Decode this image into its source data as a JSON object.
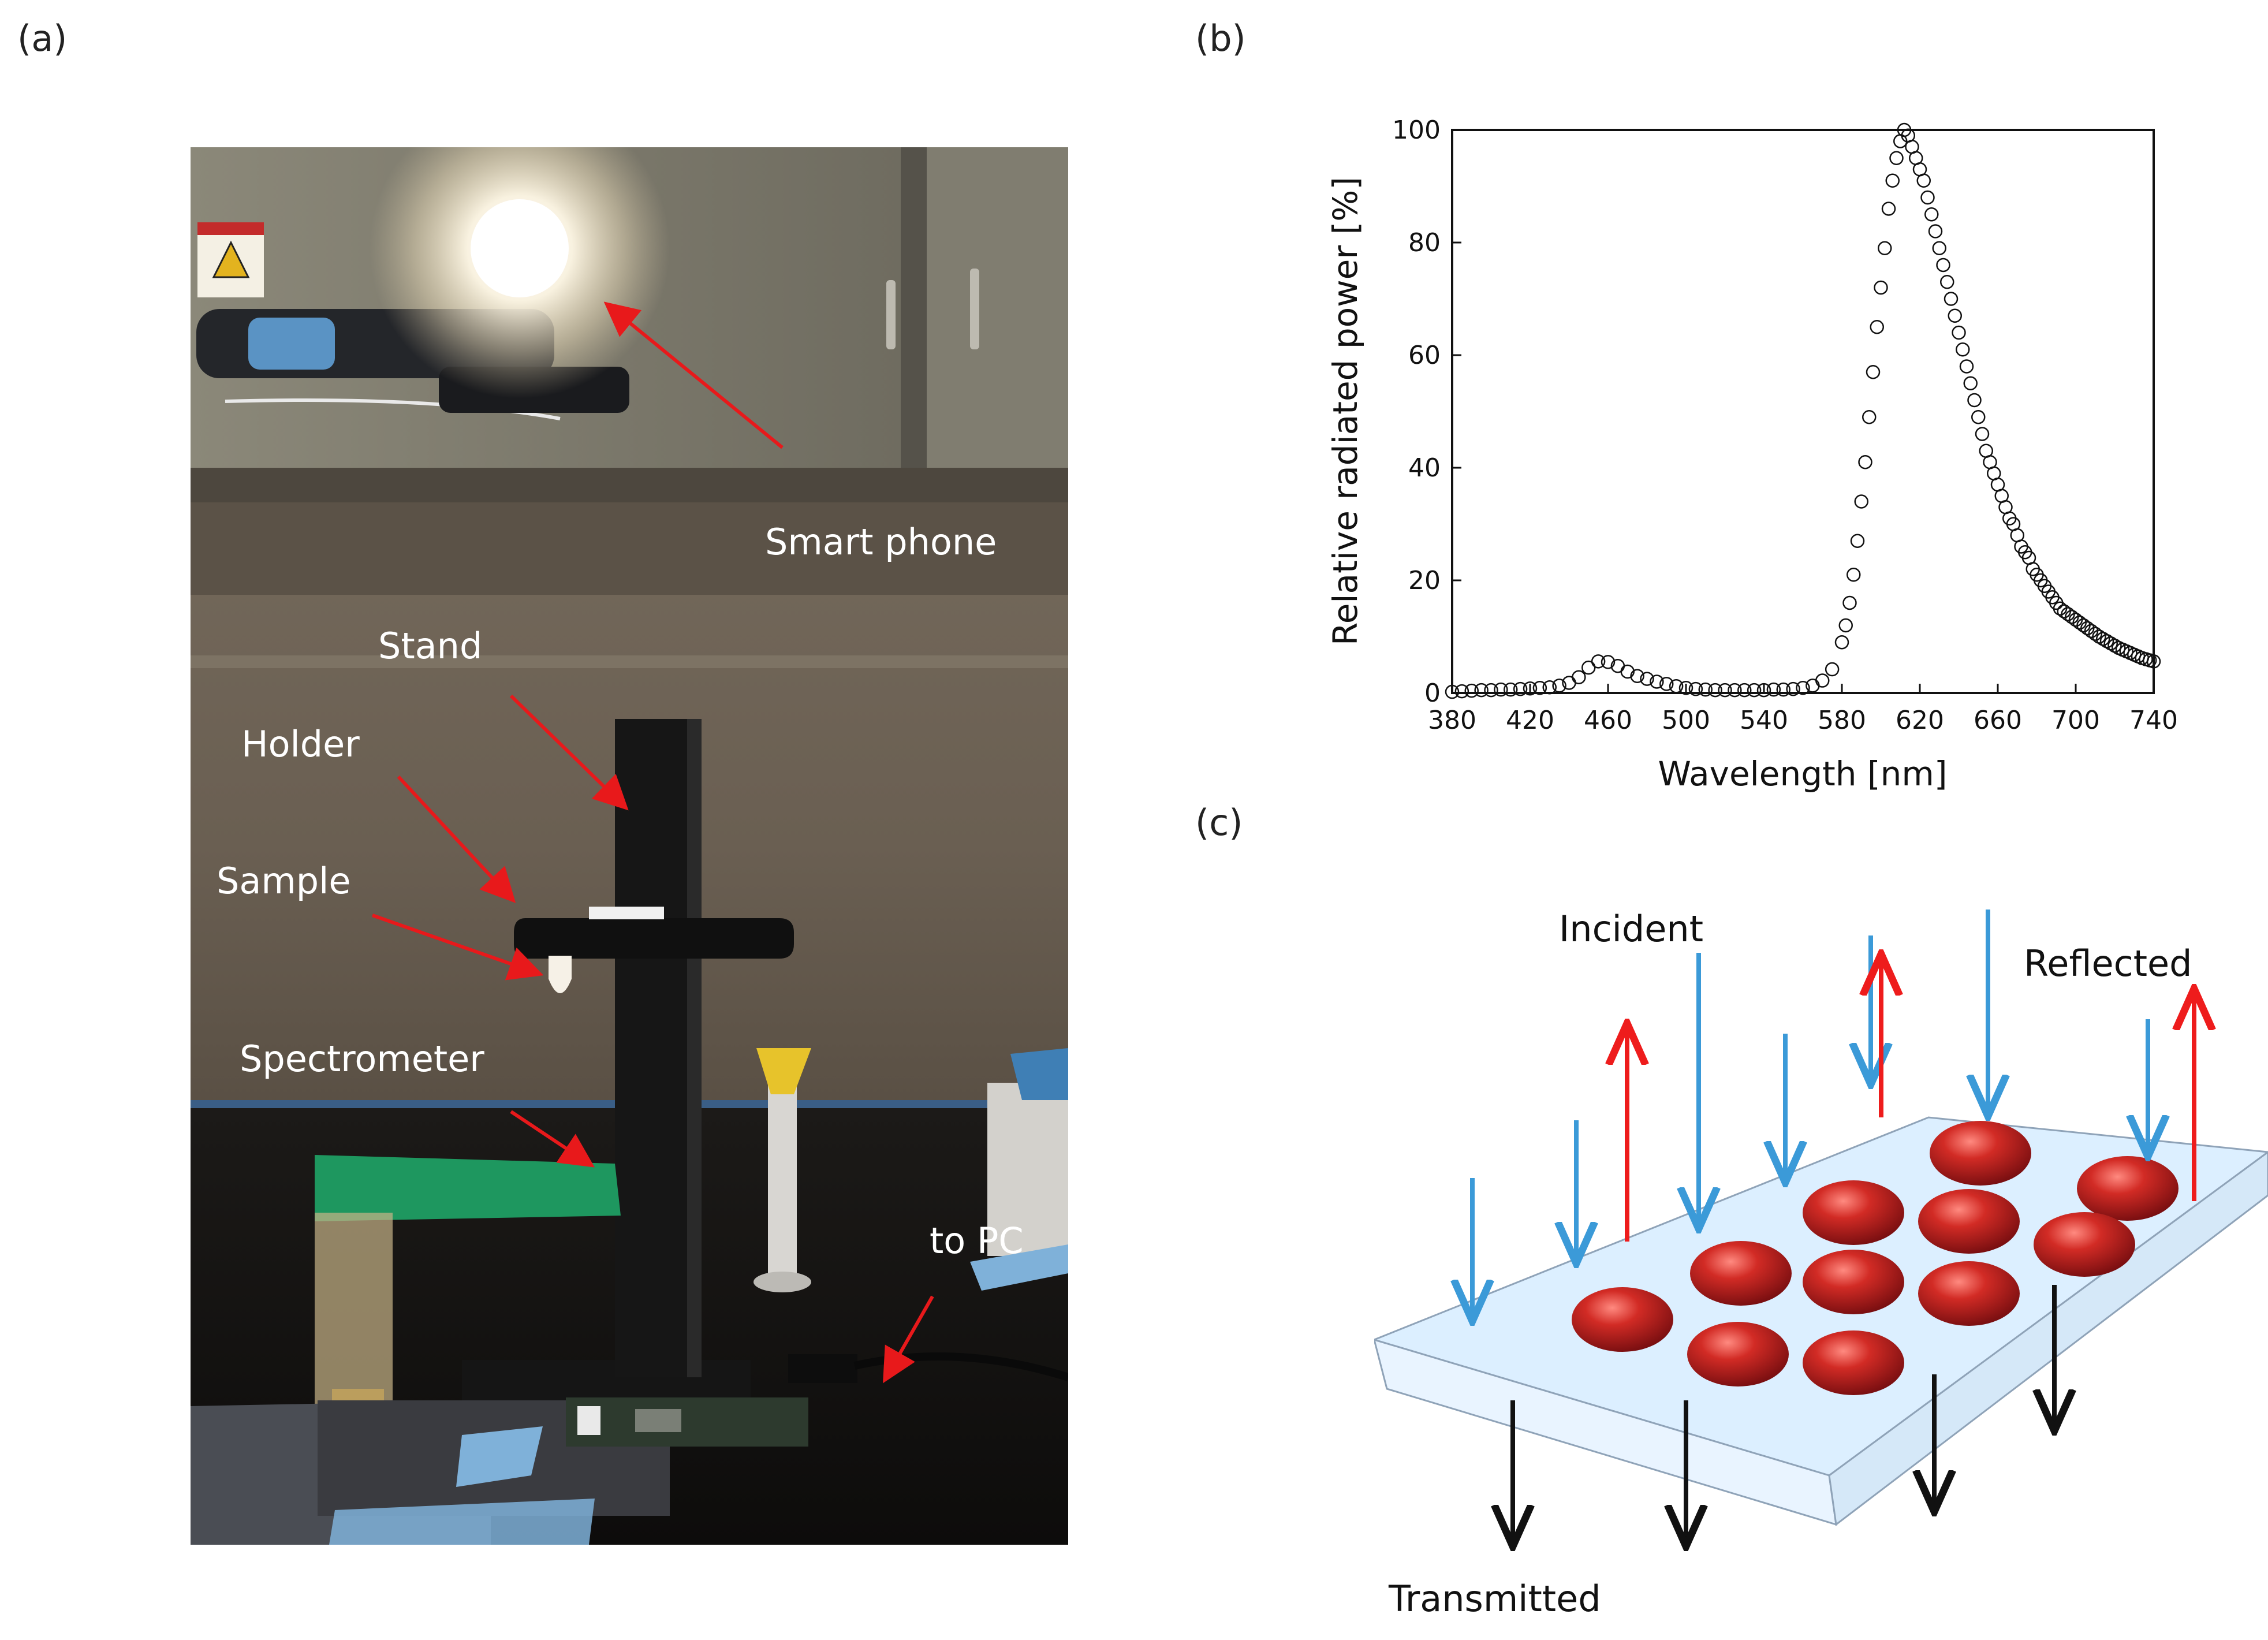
{
  "panels": {
    "a": {
      "label": "(a)"
    },
    "b": {
      "label": "(b)"
    },
    "c": {
      "label": "(c)"
    }
  },
  "photo": {
    "labels": {
      "smart_phone": "Smart phone",
      "stand": "Stand",
      "holder": "Holder",
      "sample": "Sample",
      "spectrometer": "Spectrometer",
      "to_pc": "to PC"
    },
    "colors": {
      "arrow": "#e8191b",
      "label": "#ffffff"
    }
  },
  "chart_data": {
    "type": "scatter",
    "xlabel": "Wavelength [nm]",
    "ylabel": "Relative radiated power [%]",
    "xlim": [
      380,
      740
    ],
    "ylim": [
      0,
      100
    ],
    "xticks": [
      380,
      420,
      460,
      500,
      540,
      580,
      620,
      660,
      700,
      740
    ],
    "yticks": [
      0,
      20,
      40,
      60,
      80,
      100
    ],
    "grid": false,
    "marker": "open-circle",
    "series": [
      {
        "x": [
          380,
          385,
          390,
          395,
          400,
          405,
          410,
          415,
          420,
          425,
          430,
          435,
          440,
          445,
          450,
          455,
          460,
          465,
          470,
          475,
          480,
          485,
          490,
          495,
          500,
          505,
          510,
          515,
          520,
          525,
          530,
          535,
          540,
          545,
          550,
          555,
          560,
          565,
          570,
          575,
          580,
          582,
          584,
          586,
          588,
          590,
          592,
          594,
          596,
          598,
          600,
          602,
          604,
          606,
          608,
          610,
          612,
          614,
          616,
          618,
          620,
          622,
          624,
          626,
          628,
          630,
          632,
          634,
          636,
          638,
          640,
          642,
          644,
          646,
          648,
          650,
          652,
          654,
          656,
          658,
          660,
          662,
          664,
          666,
          668,
          670,
          672,
          674,
          676,
          678,
          680,
          682,
          684,
          686,
          688,
          690,
          692,
          694,
          696,
          698,
          700,
          702,
          704,
          706,
          708,
          710,
          712,
          714,
          716,
          718,
          720,
          722,
          724,
          726,
          728,
          730,
          732,
          734,
          736,
          738,
          740
        ],
        "y": [
          0.2,
          0.3,
          0.4,
          0.5,
          0.5,
          0.6,
          0.6,
          0.7,
          0.8,
          0.9,
          1.0,
          1.3,
          1.8,
          2.8,
          4.5,
          5.6,
          5.5,
          4.8,
          3.8,
          3.0,
          2.5,
          2.0,
          1.6,
          1.2,
          0.9,
          0.7,
          0.6,
          0.5,
          0.5,
          0.5,
          0.5,
          0.5,
          0.5,
          0.6,
          0.6,
          0.7,
          0.9,
          1.3,
          2.2,
          4.2,
          9.0,
          12,
          16,
          21,
          27,
          34,
          41,
          49,
          57,
          65,
          72,
          79,
          86,
          91,
          95,
          98,
          100,
          99,
          97,
          95,
          93,
          91,
          88,
          85,
          82,
          79,
          76,
          73,
          70,
          67,
          64,
          61,
          58,
          55,
          52,
          49,
          46,
          43,
          41,
          39,
          37,
          35,
          33,
          31,
          30,
          28,
          26,
          25,
          24,
          22,
          21,
          20,
          19,
          18,
          17,
          16,
          15,
          14.5,
          14,
          13.5,
          13,
          12.5,
          12,
          11.5,
          11,
          10.5,
          10,
          9.6,
          9.2,
          8.8,
          8.4,
          8.0,
          7.7,
          7.4,
          7.1,
          6.8,
          6.5,
          6.2,
          6.0,
          5.8,
          5.6
        ]
      }
    ]
  },
  "diagram": {
    "labels": {
      "incident": "Incident",
      "reflected": "Reflected",
      "transmitted": "Transmitted"
    },
    "colors": {
      "incident": "#3b9ad8",
      "reflected": "#ee1c1c",
      "transmitted": "#111111",
      "sphere": "#c0151a",
      "plate": "#dcefff"
    }
  }
}
